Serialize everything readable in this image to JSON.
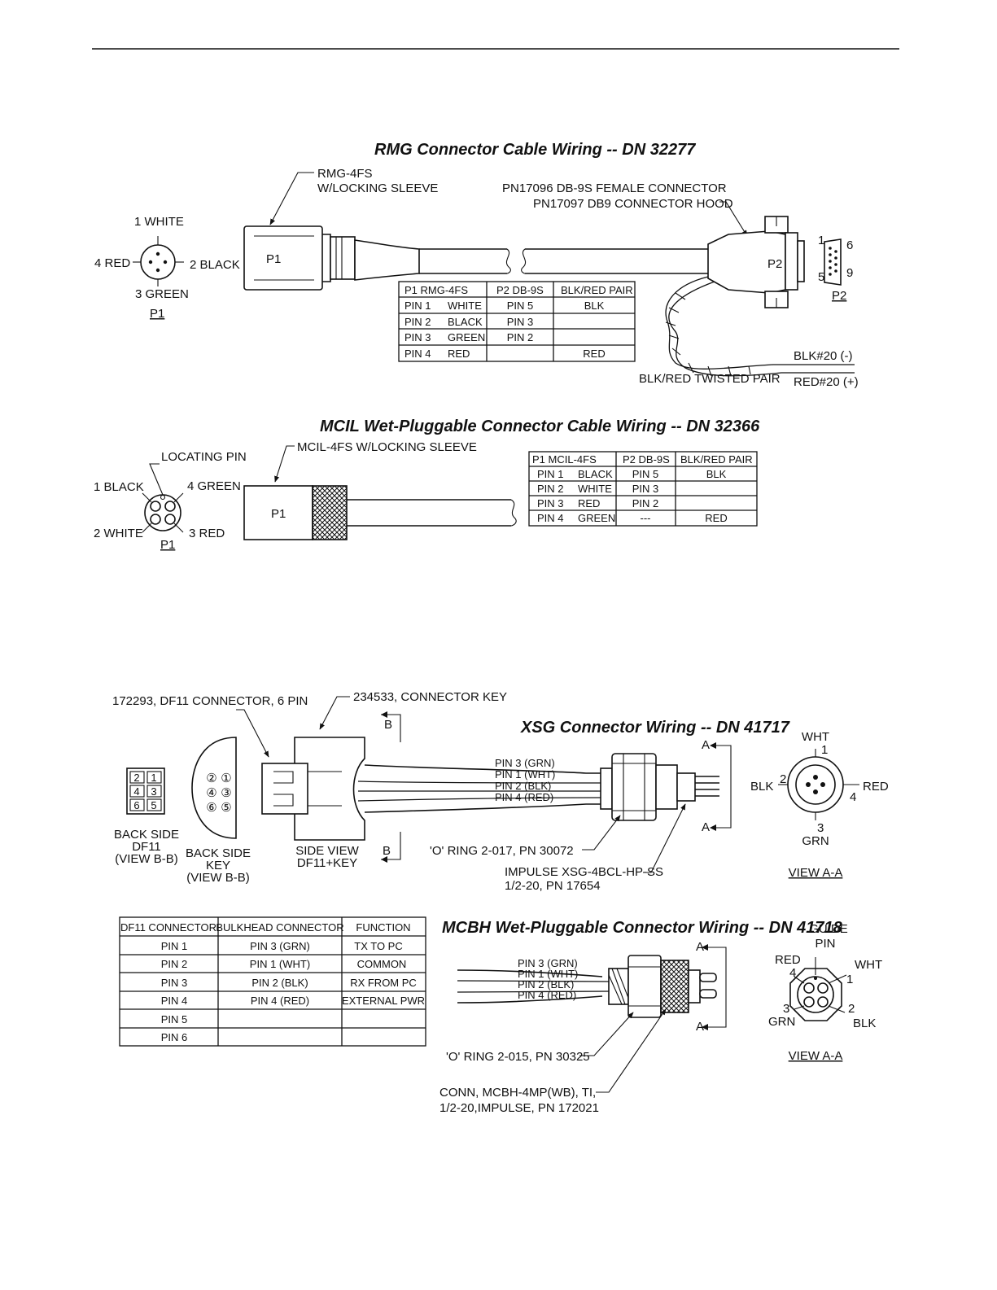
{
  "rmg": {
    "title": "RMG Connector Cable Wiring -- DN 32277",
    "p1_callout": [
      "RMG-4FS",
      "W/LOCKING SLEEVE"
    ],
    "p2_callout": [
      "PN17096 DB-9S FEMALE CONNECTOR",
      "PN17097 DB9 CONNECTOR HOOD"
    ],
    "face": {
      "pin1": "1 WHITE",
      "pin2": "2 BLACK",
      "pin3": "3 GREEN",
      "pin4": "4 RED",
      "name": "P1"
    },
    "p1_label": "P1",
    "p2_label": "P2",
    "db9": {
      "n1": "1",
      "n6": "6",
      "n5": "5",
      "n9": "9",
      "name": "P2"
    },
    "twisted_pair": "BLK/RED TWISTED PAIR",
    "blk_wire": "BLK#20 (-)",
    "red_wire": "RED#20 (+)",
    "table": {
      "headers": [
        "P1  RMG-4FS",
        "P2  DB-9S",
        "BLK/RED PAIR"
      ],
      "rows": [
        {
          "pin": "PIN 1",
          "color": "WHITE",
          "p2": "PIN 5",
          "pair": "BLK"
        },
        {
          "pin": "PIN 2",
          "color": "BLACK",
          "p2": "PIN 3",
          "pair": ""
        },
        {
          "pin": "PIN 3",
          "color": "GREEN",
          "p2": "PIN 2",
          "pair": ""
        },
        {
          "pin": "PIN 4",
          "color": "RED",
          "p2": "",
          "pair": "RED"
        }
      ]
    }
  },
  "mcil": {
    "title": "MCIL Wet-Pluggable Connector Cable Wiring -- DN 32366",
    "callout": "MCIL-4FS W/LOCKING SLEEVE",
    "face": {
      "locating": "LOCATING PIN",
      "pin1": "1 BLACK",
      "pin4": "4 GREEN",
      "pin2": "2 WHITE",
      "pin3": "3 RED",
      "name": "P1"
    },
    "p1_label": "P1",
    "table": {
      "headers": [
        "P1 MCIL-4FS",
        "P2 DB-9S",
        "BLK/RED PAIR"
      ],
      "rows": [
        {
          "pin": "PIN 1",
          "color": "BLACK",
          "p2": "PIN 5",
          "pair": "BLK"
        },
        {
          "pin": "PIN 2",
          "color": "WHITE",
          "p2": "PIN 3",
          "pair": ""
        },
        {
          "pin": "PIN 3",
          "color": "RED",
          "p2": "PIN 2",
          "pair": ""
        },
        {
          "pin": "PIN 4",
          "color": "GREEN",
          "p2": "---",
          "pair": "RED"
        }
      ]
    }
  },
  "xsg": {
    "title": "XSG Connector Wiring -- DN 41717",
    "df11_callout": "172293, DF11 CONNECTOR, 6 PIN",
    "key_callout": "234533, CONNECTOR KEY",
    "df11_pins": [
      "2",
      "1",
      "4",
      "3",
      "6",
      "5"
    ],
    "key_pins": [
      "②",
      "①",
      "④",
      "③",
      "⑥",
      "⑤"
    ],
    "back_df11": [
      "BACK SIDE",
      "DF11",
      "(VIEW B-B)"
    ],
    "back_key": [
      "BACK SIDE",
      "KEY",
      "(VIEW B-B)"
    ],
    "side_view": [
      "SIDE VIEW",
      "DF11+KEY"
    ],
    "b_mark": "B",
    "a_mark": "A",
    "wires": [
      "PIN 3 (GRN)",
      "PIN 1 (WHT)",
      "PIN 2 (BLK)",
      "PIN 4 (RED)"
    ],
    "oring": "'O' RING 2-017, PN 30072",
    "impulse": [
      "IMPULSE XSG-4BCL-HP-SS",
      "1/2-20, PN 17654"
    ],
    "view": {
      "wht": "WHT",
      "n1": "1",
      "blk": "BLK",
      "n2": "2",
      "red": "RED",
      "n4": "4",
      "n3": "3",
      "grn": "GRN",
      "caption": "VIEW A-A"
    }
  },
  "mcbh": {
    "title": "MCBH Wet-Pluggable Connector Wiring -- DN 41718",
    "wires": [
      "PIN 3 (GRN)",
      "PIN 1 (WHT)",
      "PIN 2 (BLK)",
      "PIN 4 (RED)"
    ],
    "a_mark": "A",
    "oring": "'O' RING 2-015, PN 30325",
    "conn": [
      "CONN, MCBH-4MP(WB), TI,",
      "1/2-20,IMPULSE, PN 172021"
    ],
    "view": {
      "guide1": "GUIDE",
      "guide2": "PIN",
      "red": "RED",
      "n4": "4",
      "wht": "WHT",
      "n1": "1",
      "n3": "3",
      "grn": "GRN",
      "n2": "2",
      "blk": "BLK",
      "caption": "VIEW A-A"
    }
  },
  "df11_table": {
    "headers": [
      "DF11 CONNECTOR",
      "BULKHEAD CONNECTOR",
      "FUNCTION"
    ],
    "rows": [
      {
        "df11": "PIN 1",
        "bulk": "PIN 3 (GRN)",
        "fn": "TX TO PC"
      },
      {
        "df11": "PIN 2",
        "bulk": "PIN 1 (WHT)",
        "fn": "COMMON"
      },
      {
        "df11": "PIN 3",
        "bulk": "PIN 2 (BLK)",
        "fn": "RX FROM PC"
      },
      {
        "df11": "PIN 4",
        "bulk": "PIN 4 (RED)",
        "fn": "EXTERNAL PWR"
      },
      {
        "df11": "PIN 5",
        "bulk": "",
        "fn": ""
      },
      {
        "df11": "PIN 6",
        "bulk": "",
        "fn": ""
      }
    ]
  }
}
